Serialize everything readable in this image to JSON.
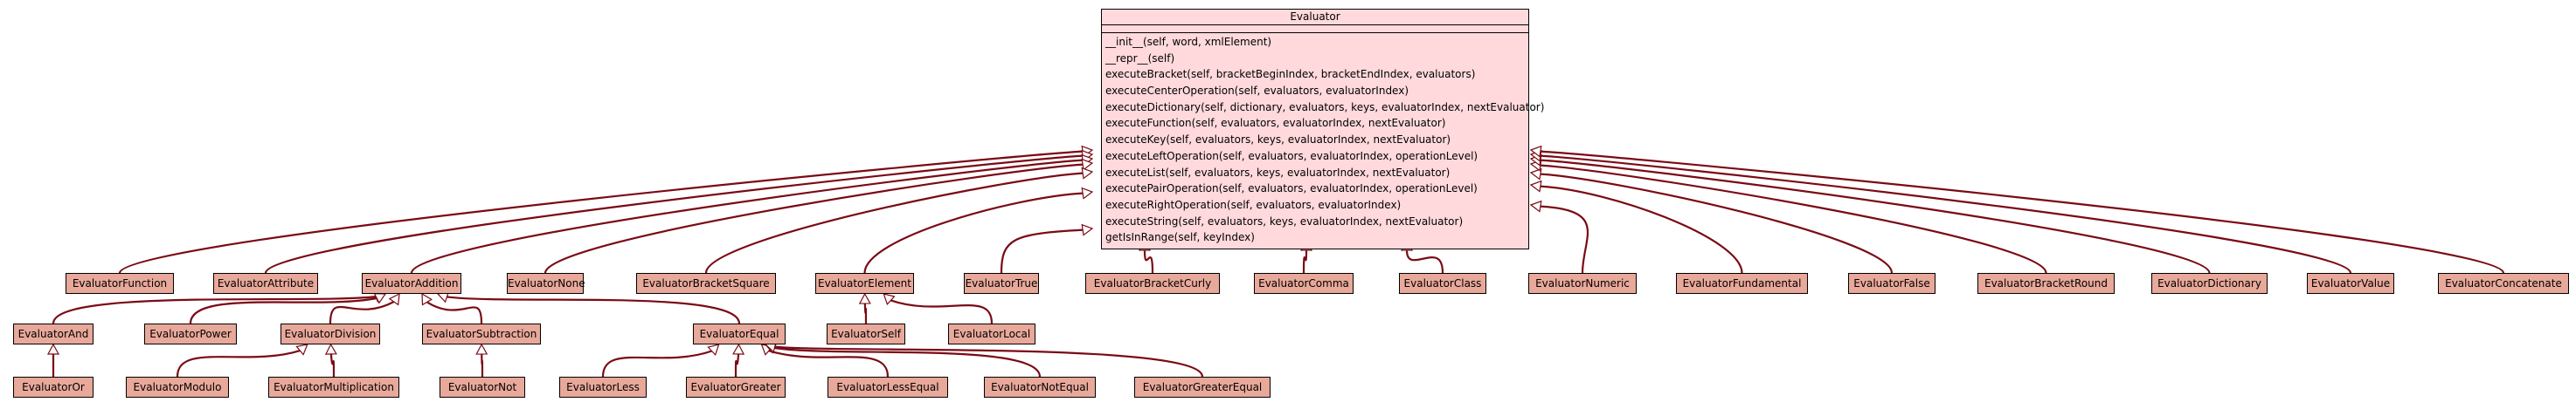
{
  "base_class": {
    "name": "Evaluator",
    "methods": [
      "__init__(self, word, xmlElement)",
      "__repr__(self)",
      "executeBracket(self, bracketBeginIndex, bracketEndIndex, evaluators)",
      "executeCenterOperation(self, evaluators, evaluatorIndex)",
      "executeDictionary(self, dictionary, evaluators, keys, evaluatorIndex, nextEvaluator)",
      "executeFunction(self, evaluators, evaluatorIndex, nextEvaluator)",
      "executeKey(self, evaluators, keys, evaluatorIndex, nextEvaluator)",
      "executeLeftOperation(self, evaluators, evaluatorIndex, operationLevel)",
      "executeList(self, evaluators, keys, evaluatorIndex, nextEvaluator)",
      "executePairOperation(self, evaluators, evaluatorIndex, operationLevel)",
      "executeRightOperation(self, evaluators, evaluatorIndex)",
      "executeString(self, evaluators, keys, evaluatorIndex, nextEvaluator)",
      "getIsInRange(self, keyIndex)"
    ]
  },
  "classes": [
    {
      "id": "EvaluatorFunction",
      "parent": "Evaluator"
    },
    {
      "id": "EvaluatorAttribute",
      "parent": "Evaluator"
    },
    {
      "id": "EvaluatorAddition",
      "parent": "Evaluator"
    },
    {
      "id": "EvaluatorNone",
      "parent": "Evaluator"
    },
    {
      "id": "EvaluatorBracketSquare",
      "parent": "Evaluator"
    },
    {
      "id": "EvaluatorElement",
      "parent": "Evaluator"
    },
    {
      "id": "EvaluatorTrue",
      "parent": "Evaluator"
    },
    {
      "id": "EvaluatorBracketCurly",
      "parent": "Evaluator"
    },
    {
      "id": "EvaluatorComma",
      "parent": "Evaluator"
    },
    {
      "id": "EvaluatorClass",
      "parent": "Evaluator"
    },
    {
      "id": "EvaluatorNumeric",
      "parent": "Evaluator"
    },
    {
      "id": "EvaluatorFundamental",
      "parent": "Evaluator"
    },
    {
      "id": "EvaluatorFalse",
      "parent": "Evaluator"
    },
    {
      "id": "EvaluatorBracketRound",
      "parent": "Evaluator"
    },
    {
      "id": "EvaluatorDictionary",
      "parent": "Evaluator"
    },
    {
      "id": "EvaluatorValue",
      "parent": "Evaluator"
    },
    {
      "id": "EvaluatorConcatenate",
      "parent": "Evaluator"
    },
    {
      "id": "EvaluatorAnd",
      "parent": "EvaluatorAddition"
    },
    {
      "id": "EvaluatorPower",
      "parent": "EvaluatorAddition"
    },
    {
      "id": "EvaluatorDivision",
      "parent": "EvaluatorAddition"
    },
    {
      "id": "EvaluatorSubtraction",
      "parent": "EvaluatorAddition"
    },
    {
      "id": "EvaluatorEqual",
      "parent": "EvaluatorAddition"
    },
    {
      "id": "EvaluatorSelf",
      "parent": "EvaluatorElement"
    },
    {
      "id": "EvaluatorLocal",
      "parent": "EvaluatorElement"
    },
    {
      "id": "EvaluatorOr",
      "parent": "EvaluatorAnd"
    },
    {
      "id": "EvaluatorModulo",
      "parent": "EvaluatorDivision"
    },
    {
      "id": "EvaluatorMultiplication",
      "parent": "EvaluatorDivision"
    },
    {
      "id": "EvaluatorNot",
      "parent": "EvaluatorSubtraction"
    },
    {
      "id": "EvaluatorLess",
      "parent": "EvaluatorEqual"
    },
    {
      "id": "EvaluatorGreater",
      "parent": "EvaluatorEqual"
    },
    {
      "id": "EvaluatorLessEqual",
      "parent": "EvaluatorEqual"
    },
    {
      "id": "EvaluatorNotEqual",
      "parent": "EvaluatorEqual"
    },
    {
      "id": "EvaluatorGreaterEqual",
      "parent": "EvaluatorEqual"
    }
  ],
  "colors": {
    "base_fill": "#ffd9dc",
    "node_fill": "#e8a89a",
    "edge": "#7a0a14",
    "border": "#000000"
  }
}
